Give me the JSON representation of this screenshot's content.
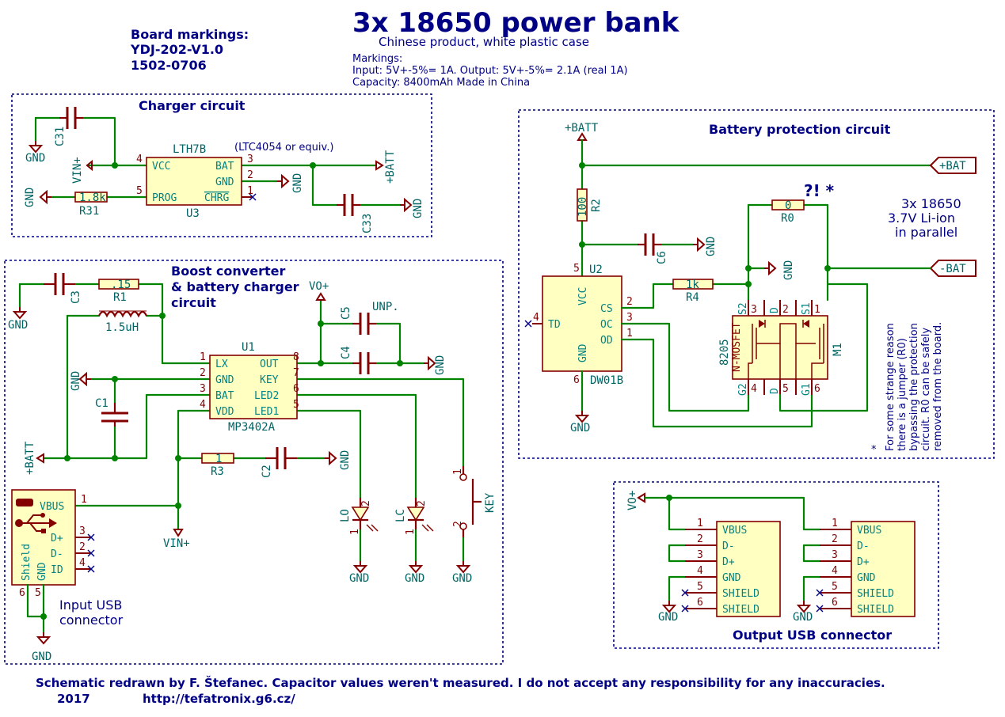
{
  "title": "3x 18650 power bank",
  "subtitle": "Chinese product, white plastic case",
  "board_markings": {
    "heading": "Board markings:",
    "line1": "YDJ-202-V1.0",
    "line2": "1502-0706"
  },
  "markings": {
    "heading": "Markings:",
    "line1": "Input: 5V+-5%= 1A. Output: 5V+-5%= 2.1A (real 1A)",
    "line2": "Capacity: 8400mAh   Made in China"
  },
  "sections": {
    "charger": "Charger circuit",
    "boost1": "Boost converter",
    "boost2": "& battery charger",
    "boost3": "circuit",
    "protection": "Battery protection circuit",
    "output_usb": "Output USB connector",
    "input_usb1": "Input USB",
    "input_usb2": "connector"
  },
  "labels": {
    "gnd": "GND",
    "vin": "VIN+",
    "vbatt": "+BATT",
    "vo": "VO+",
    "bat_pos": "+BAT",
    "bat_neg": "-BAT",
    "battery1": "3x 18650",
    "battery2": "3.7V Li-ion",
    "battery3": "in parallel",
    "equiv": "(LTC4054 or equiv.)",
    "question": "?! *",
    "note_star": "*",
    "note1": "For some strange reason",
    "note2": "there is a jumper (R0)",
    "note3": "bypassing the protection",
    "note4": "circuit. R0 can be safely",
    "note5": "removed from the board."
  },
  "components": {
    "u3": {
      "ref": "U3",
      "value": "LTH7B",
      "p_vcc": "VCC",
      "p_prog": "PROG",
      "p_bat": "BAT",
      "p_gnd": "GND",
      "p_chrg": "CHRG",
      "n4": "4",
      "n5": "5",
      "n3": "3",
      "n2": "2",
      "n1": "1"
    },
    "c31": {
      "ref": "C31"
    },
    "c33": {
      "ref": "C33"
    },
    "r31": {
      "ref": "R31",
      "value": "1.8k"
    },
    "u1": {
      "ref": "U1",
      "value": "MP3402A",
      "p_lx": "LX",
      "p_gnd": "GND",
      "p_bat": "BAT",
      "p_vdd": "VDD",
      "p_out": "OUT",
      "p_key": "KEY",
      "p_led2": "LED2",
      "p_led1": "LED1",
      "n1": "1",
      "n2": "2",
      "n3": "3",
      "n4": "4",
      "n8": "8",
      "n7": "7",
      "n6": "6",
      "n5": "5"
    },
    "c3": {
      "ref": "C3"
    },
    "r1": {
      "ref": "R1",
      "value": ".15"
    },
    "l1": {
      "value": "1.5uH"
    },
    "c1": {
      "ref": "C1"
    },
    "c5": {
      "ref": "C5",
      "value": "UNP."
    },
    "c4": {
      "ref": "C4"
    },
    "r3": {
      "ref": "R3",
      "value": "1"
    },
    "c2": {
      "ref": "C2"
    },
    "lo": {
      "ref": "LO",
      "n1": "1",
      "n2": "2"
    },
    "lc": {
      "ref": "LC",
      "n1": "1",
      "n2": "2"
    },
    "key": {
      "ref": "KEY",
      "n1": "1",
      "n2": "2"
    },
    "usb_in": {
      "p_vbus": "VBUS",
      "p_dp": "D+",
      "p_dm": "D-",
      "p_id": "ID",
      "p_gnd": "GND",
      "p_shield": "Shield",
      "n1": "1",
      "n3": "3",
      "n2": "2",
      "n4": "4",
      "n6": "6",
      "n5": "5"
    },
    "u2": {
      "ref": "U2",
      "value": "DW01B",
      "p_vcc": "VCC",
      "p_td": "TD",
      "p_cs": "CS",
      "p_oc": "OC",
      "p_od": "OD",
      "p_gnd": "GND",
      "n5": "5",
      "n4": "4",
      "n2": "2",
      "n3": "3",
      "n1": "1",
      "n6": "6"
    },
    "r2": {
      "ref": "R2",
      "value": "100"
    },
    "c6": {
      "ref": "C6"
    },
    "r4": {
      "ref": "R4",
      "value": "1k"
    },
    "r0": {
      "ref": "R0",
      "value": "0"
    },
    "m1": {
      "ref": "M1",
      "value": "8205",
      "tag": "N-MOSFET",
      "s2": "S2",
      "s1": "S1",
      "g2": "G2",
      "g1": "G1",
      "d": "D",
      "n3": "3",
      "n2": "2",
      "n1": "1",
      "n4": "4",
      "n5": "5",
      "n6": "6"
    },
    "usb_out": {
      "p_vbus": "VBUS",
      "p_dm": "D-",
      "p_dp": "D+",
      "p_gnd": "GND",
      "p_shield": "SHIELD",
      "n1": "1",
      "n2": "2",
      "n3": "3",
      "n4": "4",
      "n5": "5",
      "n6": "6"
    }
  },
  "footer": {
    "line1": "Schematic redrawn by F. Štefanec. Capacitor values weren't measured. I do not accept any responsibility for any inaccuracies.",
    "year": "2017",
    "url": "http://tefatronix.g6.cz/"
  },
  "colors": {
    "wire": "#008400",
    "component": "#840000",
    "fill": "#ffffc2",
    "text": "#000084",
    "pin": "#008484"
  }
}
